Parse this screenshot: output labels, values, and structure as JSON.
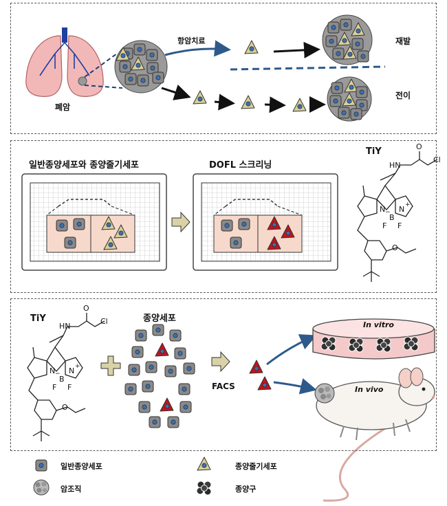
{
  "panel1": {
    "organ_label": "폐암",
    "therapy_label": "항암치료",
    "recurrence_label": "재발",
    "metastasis_label": "전이"
  },
  "panel2": {
    "cells_title": "일반종양세포와 종양줄기세포",
    "screening_title": "DOFL 스크리닝",
    "probe_name": "TiY",
    "molecule": {
      "amide_n": "HN",
      "carbonyl_o": "O",
      "chloro": "Cl",
      "ring_n1": "N",
      "ring_n2": "N",
      "boron": "B",
      "fluoro1": "F",
      "fluoro2": "F",
      "ether_o": "O",
      "charge_minus": "−",
      "charge_plus": "+"
    }
  },
  "panel3": {
    "probe_name": "TiY",
    "tumor_cells_label": "종양세포",
    "sort_label": "FACS",
    "in_vitro_label": "In vitro",
    "in_vivo_label": "In vivo",
    "molecule": {
      "amide_n": "HN",
      "carbonyl_o": "O",
      "chloro": "Cl",
      "ring_n1": "N",
      "ring_n2": "N",
      "boron": "B",
      "fluoro1": "F",
      "fluoro2": "F",
      "ether_o": "O",
      "charge_minus": "−",
      "charge_plus": "+"
    }
  },
  "legend": {
    "normal_tumor_cell": "일반종양세포",
    "cancer_stem_cell": "종양줄기세포",
    "tumor_tissue": "암조직",
    "tumorsphere": "종양구"
  },
  "colors": {
    "tumor_cell": "#8a8a8a",
    "stem_cell": "#d9cf9a",
    "labeled_stem_cell": "#c0141c",
    "nucleus": "#3b6fb0",
    "lung": "#f2b8b8",
    "arrow_blue": "#2d5a8a",
    "dish": "#f4c9c9"
  }
}
